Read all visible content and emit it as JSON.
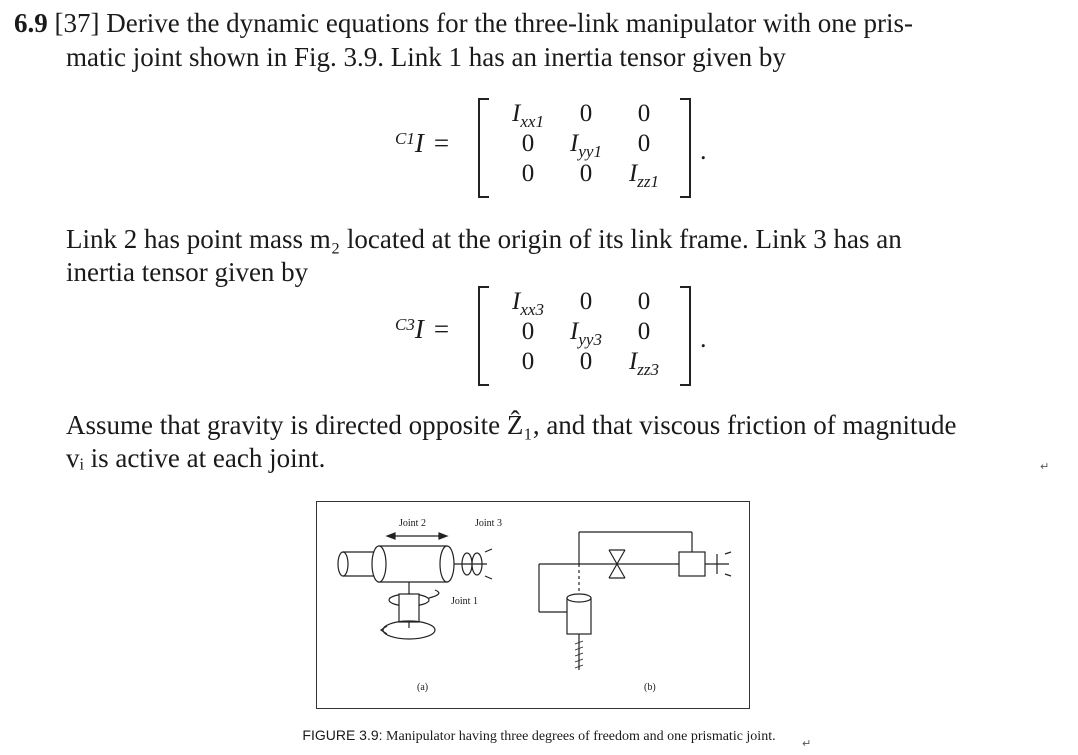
{
  "problem": {
    "number": "6.9",
    "ref": "[37]",
    "line1": "Derive the dynamic equations for the three-link manipulator with one pris-",
    "line2": "matic joint shown in Fig. 3.9. Link 1 has an inertia tensor given by"
  },
  "matrix1": {
    "lhs_sup": "C1",
    "lhs": "I",
    "equals": "=",
    "rows": [
      [
        {
          "s": "I",
          "sub": "xx1"
        },
        {
          "s": "0"
        },
        {
          "s": "0"
        }
      ],
      [
        {
          "s": "0"
        },
        {
          "s": "I",
          "sub": "yy1"
        },
        {
          "s": "0"
        }
      ],
      [
        {
          "s": "0"
        },
        {
          "s": "0"
        },
        {
          "s": "I",
          "sub": "zz1"
        }
      ]
    ],
    "period": "."
  },
  "para2": {
    "line1": "Link 2 has point mass m₂ located at the origin of its link frame. Link 3 has an",
    "line2": "inertia tensor given by"
  },
  "matrix2": {
    "lhs_sup": "C3",
    "lhs": "I",
    "equals": "=",
    "rows": [
      [
        {
          "s": "I",
          "sub": "xx3"
        },
        {
          "s": "0"
        },
        {
          "s": "0"
        }
      ],
      [
        {
          "s": "0"
        },
        {
          "s": "I",
          "sub": "yy3"
        },
        {
          "s": "0"
        }
      ],
      [
        {
          "s": "0"
        },
        {
          "s": "0"
        },
        {
          "s": "I",
          "sub": "zz3"
        }
      ]
    ],
    "period": "."
  },
  "para3": {
    "line1": "Assume that gravity is directed opposite Ẑ₁, and that viscous friction of magnitude",
    "line2": "vᵢ is active at each joint."
  },
  "figure": {
    "label_joint2": "Joint 2",
    "label_joint3": "Joint 3",
    "label_joint1": "Joint 1",
    "label_a": "(a)",
    "label_b": "(b)"
  },
  "caption": {
    "prefix": "FIGURE 3.9:",
    "text": " Manipulator having three degrees of freedom and one prismatic joint."
  },
  "return_mark": "↵"
}
